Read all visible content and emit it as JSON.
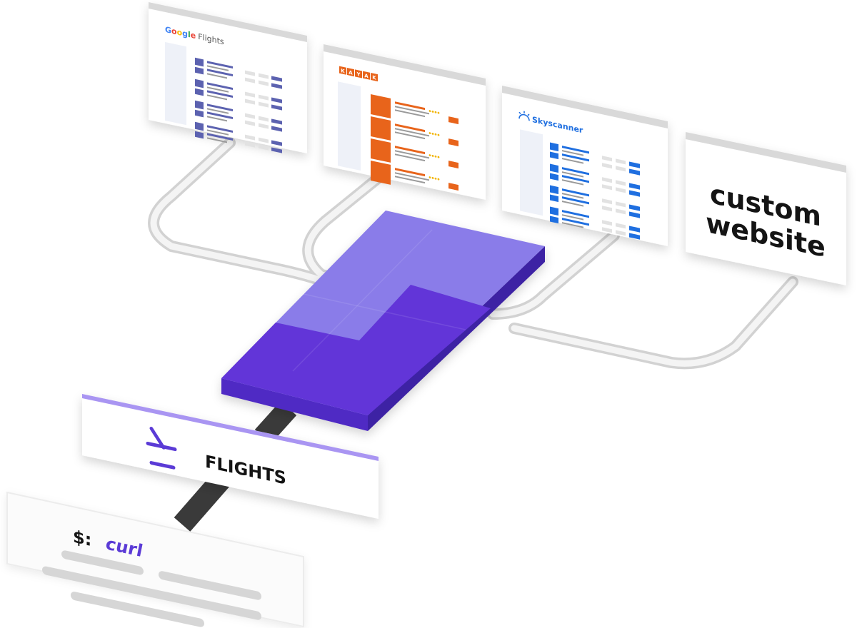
{
  "sources": [
    {
      "name": "google-flights",
      "logo": {
        "google_letters": [
          "G",
          "o",
          "o",
          "g",
          "l",
          "e"
        ],
        "suffix": "Flights"
      },
      "accent": "#5c62b0",
      "brand_colors": [
        "#4285f4",
        "#ea4335",
        "#fbbc05",
        "#4285f4",
        "#34a853",
        "#ea4335"
      ]
    },
    {
      "name": "kayak",
      "logo": {
        "letters": [
          "K",
          "A",
          "Y",
          "A",
          "K"
        ]
      },
      "accent": "#e8641b"
    },
    {
      "name": "skyscanner",
      "logo": {
        "wordmark": "Skyscanner"
      },
      "accent": "#1f6fe0"
    },
    {
      "name": "custom-website",
      "label": {
        "line1": "custom",
        "line2": "website"
      }
    }
  ],
  "flights_card": {
    "label": "FLIGHTS",
    "icon": "plane-departure-icon",
    "accent": "#5b3bd6"
  },
  "curl_card": {
    "prompt": "$:",
    "command": "curl",
    "accent": "#5b3bd6"
  },
  "hub": {
    "light": "#8b7cea",
    "dark": "#6438d8"
  }
}
